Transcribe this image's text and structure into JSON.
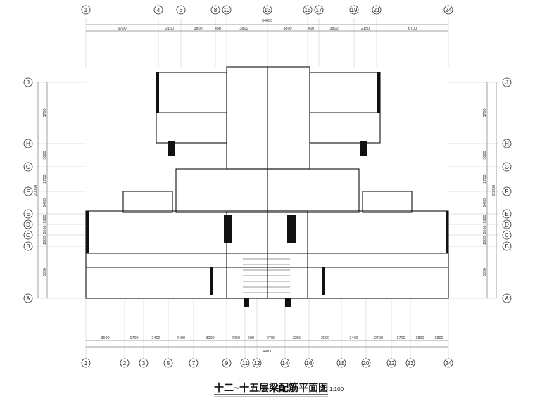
{
  "title": "十二~十五层梁配筋平面图",
  "scale": "1:100",
  "top_axes": [
    "1",
    "4",
    "6",
    "8",
    "10",
    "13",
    "15",
    "17",
    "19",
    "21",
    "24"
  ],
  "bottom_axes": [
    "1",
    "2",
    "3",
    "5",
    "7",
    "9",
    "11",
    "12",
    "14",
    "16",
    "18",
    "20",
    "22",
    "23",
    "24"
  ],
  "row_axes": [
    "J",
    "H",
    "G",
    "F",
    "E",
    "D",
    "C",
    "B",
    "A"
  ],
  "top_dims": [
    "6700",
    "2150",
    "3800",
    "450",
    "3800",
    "3800",
    "450",
    "3800",
    "2150",
    "6700"
  ],
  "top_total": "34000",
  "bottom_dims": [
    "3600",
    "1700",
    "2400",
    "2400",
    "3000",
    "2250",
    "600",
    "2700",
    "2250",
    "3000",
    "2400",
    "2400",
    "1700",
    "1800",
    "1800"
  ],
  "bottom_total": "34000",
  "left_dims": [
    "3700",
    "3000",
    "2750",
    "2400",
    "1800",
    "2050",
    "1900",
    "3000"
  ],
  "left_total": "20050",
  "right_dims": [
    "3700",
    "3000",
    "2750",
    "2400",
    "1800",
    "2050",
    "1900",
    "3000"
  ],
  "right_total": "20050"
}
